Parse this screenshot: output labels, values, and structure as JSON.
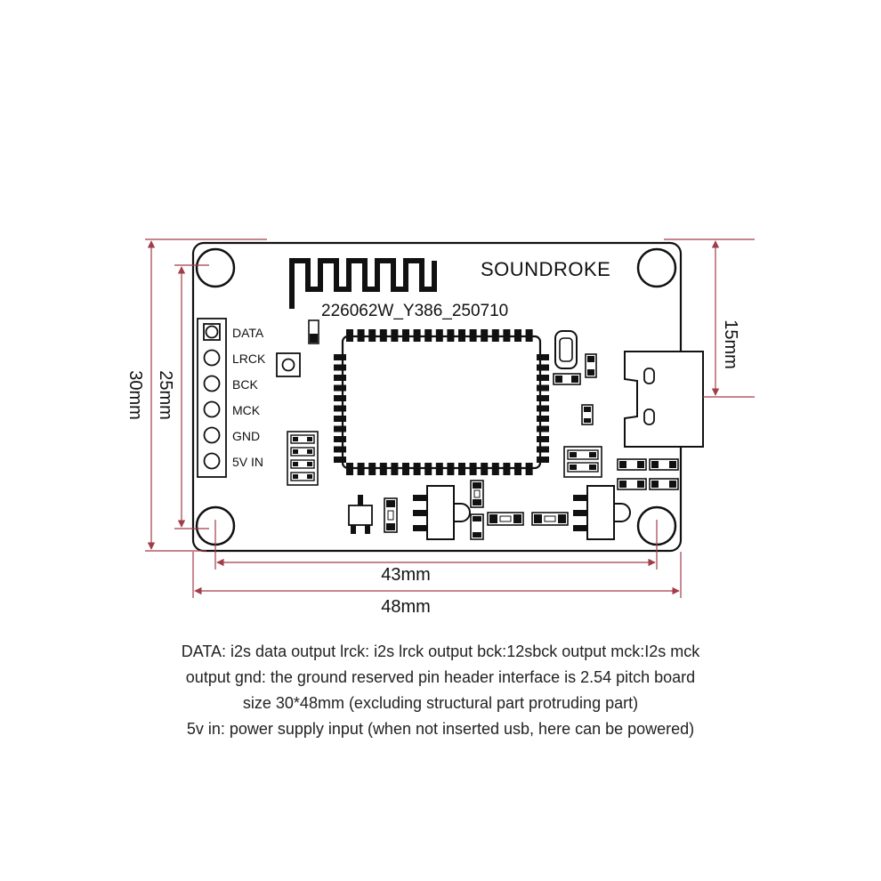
{
  "board": {
    "brand": "SOUNDROKE",
    "model": "226062W_Y386_250710",
    "pins": [
      "DATA",
      "LRCK",
      "BCK",
      "MCK",
      "GND",
      "5V IN"
    ]
  },
  "dimensions": {
    "height_total": "30mm",
    "height_holes": "25mm",
    "width_holes": "43mm",
    "width_total": "48mm",
    "usb_offset": "15mm"
  },
  "description": [
    "DATA:  i2s data output lrck: i2s lrck output bck:12sbck output mck:I2s mck",
    "output gnd: the ground reserved pin header interface is 2.54 pitch board",
    "size 30*48mm (excluding structural part protruding part)",
    "5v in: power supply input (when not inserted usb, here can be powered)"
  ],
  "colors": {
    "outline": "#111111",
    "dimension_lines": "#a23c48",
    "text": "#222222"
  }
}
